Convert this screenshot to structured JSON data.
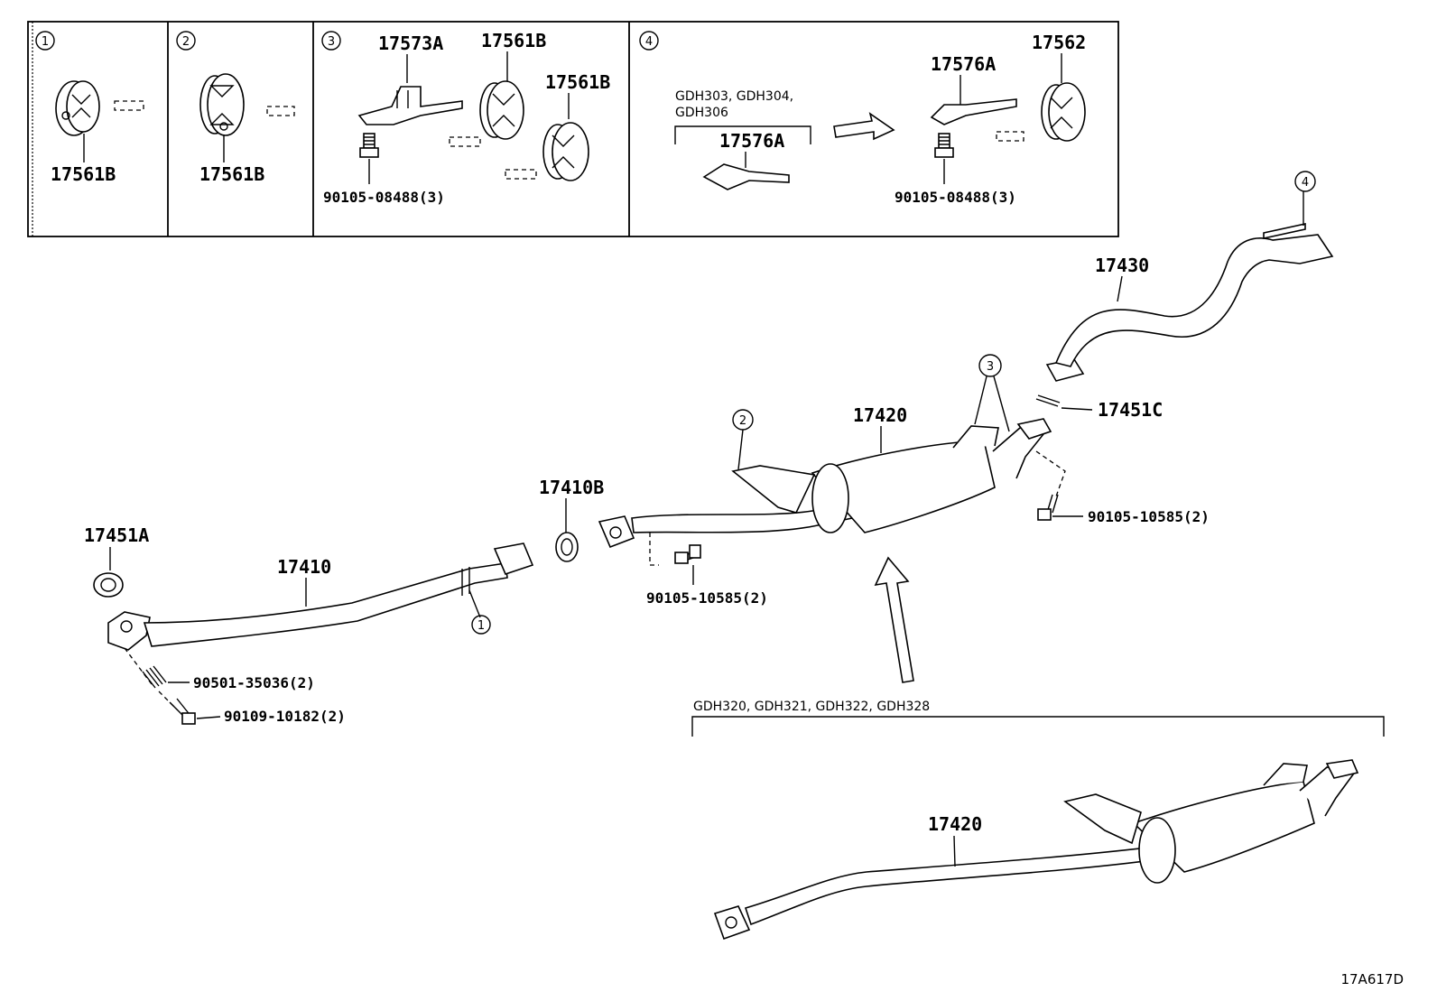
{
  "diagram_code": "17A617D",
  "panels": [
    {
      "circle": "1",
      "parts": [
        "17561B"
      ]
    },
    {
      "circle": "2",
      "parts": [
        "17561B"
      ]
    },
    {
      "circle": "3",
      "parts": [
        "17573A",
        "17561B",
        "17561B",
        "90105-08488(3)"
      ]
    },
    {
      "circle": "4",
      "models_old": "GDH303, GDH304,",
      "models_old_2": "GDH306",
      "parts": [
        "17576A",
        "17576A",
        "17562",
        "90105-08488(3)"
      ]
    }
  ],
  "main_parts": {
    "p17451A": "17451A",
    "p17410": "17410",
    "p17410B": "17410B",
    "p90501": "90501-35036(2)",
    "p90109": "90109-10182(2)",
    "p90105_a": "90105-10585(2)",
    "p17420": "17420",
    "p90105_b": "90105-10585(2)",
    "p17451C": "17451C",
    "p17430": "17430",
    "p17420_alt": "17420"
  },
  "callouts": [
    "1",
    "2",
    "3",
    "4"
  ],
  "alt_models": "GDH320, GDH321, GDH322, GDH328"
}
